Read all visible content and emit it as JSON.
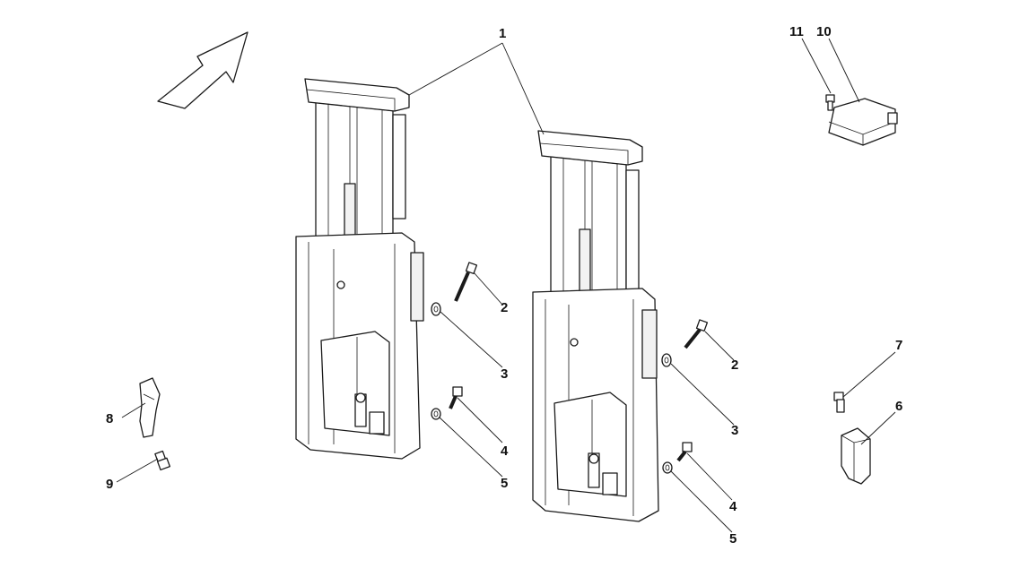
{
  "callouts": {
    "c1": "1",
    "c2a": "2",
    "c3a": "3",
    "c4a": "4",
    "c5a": "5",
    "c2b": "2",
    "c3b": "3",
    "c4b": "4",
    "c5b": "5",
    "c6": "6",
    "c7": "7",
    "c8": "8",
    "c9": "9",
    "c10": "10",
    "c11": "11"
  },
  "icons": {
    "direction": "direction-arrow-icon"
  },
  "colors": {
    "line": "#1a1a1a",
    "fill": "#ffffff",
    "shade": "#f2f2f2"
  }
}
